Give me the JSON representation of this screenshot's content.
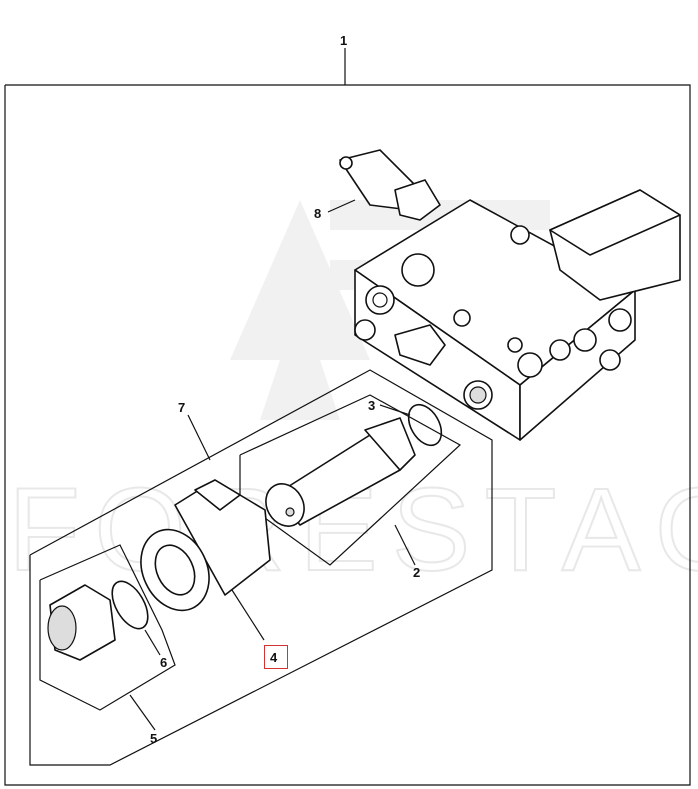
{
  "diagram": {
    "watermark": "FORESTAGRI",
    "callouts": [
      {
        "id": "1",
        "label": "1"
      },
      {
        "id": "2",
        "label": "2"
      },
      {
        "id": "3",
        "label": "3"
      },
      {
        "id": "4",
        "label": "4",
        "highlighted": true
      },
      {
        "id": "5",
        "label": "5"
      },
      {
        "id": "6",
        "label": "6"
      },
      {
        "id": "7",
        "label": "7"
      },
      {
        "id": "8",
        "label": "8"
      }
    ],
    "highlight_color": "#d33333"
  }
}
